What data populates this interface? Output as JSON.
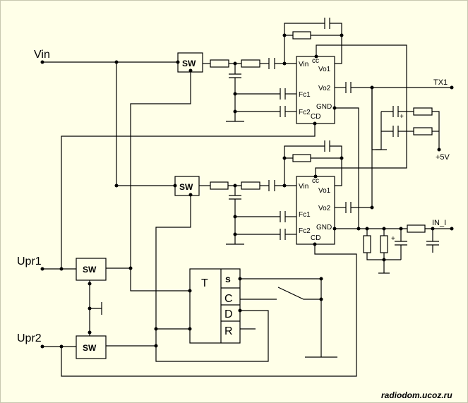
{
  "inputs": {
    "vin": "Vin",
    "upr1": "Upr1",
    "upr2": "Upr2"
  },
  "outputs": {
    "tx1": "TX1",
    "in_i": "IN_I",
    "plus5v": "+5V"
  },
  "switch_label": "SW",
  "ic_top": {
    "cc": "cc",
    "vin": "Vin",
    "vo1": "Vo1",
    "vo2": "Vo2",
    "fc1": "Fc1",
    "fc2": "Fc2",
    "gnd": "GND",
    "cd": "CD"
  },
  "ic_bottom": {
    "cc": "cc",
    "vin": "Vin",
    "vo1": "Vo1",
    "vo2": "Vo2",
    "fc1": "Fc1",
    "fc2": "Fc2",
    "gnd": "GND",
    "cd": "CD"
  },
  "trigger": {
    "t": "T",
    "s": "s",
    "c": "C",
    "d": "D",
    "r": "R"
  },
  "plus_sign": "+",
  "watermark": "radiodom.ucoz.ru"
}
